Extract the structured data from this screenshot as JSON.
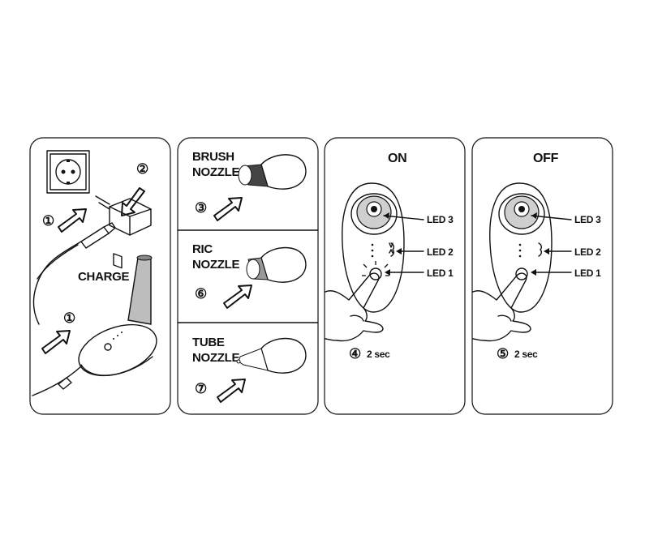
{
  "panel1": {
    "charge_label": "CHARGE",
    "steps": [
      "①",
      "②",
      "①"
    ]
  },
  "panel2": {
    "brush": {
      "line1": "BRUSH",
      "line2": "NOZZLE",
      "step": "③"
    },
    "ric": {
      "line1": "RIC",
      "line2": "NOZZLE",
      "step": "⑥"
    },
    "tube": {
      "line1": "TUBE",
      "line2": "NOZZLE",
      "step": "⑦"
    }
  },
  "panel3": {
    "title": "ON",
    "led3": "LED 3",
    "led2": "LED 2",
    "led1": "LED 1",
    "step": "④",
    "duration": "2 sec"
  },
  "panel4": {
    "title": "OFF",
    "led3": "LED 3",
    "led2": "LED 2",
    "led1": "LED 1",
    "step": "⑤",
    "duration": "2 sec"
  },
  "colors": {
    "line": "#111111",
    "background": "#ffffff",
    "device_gray": "#cfcfcf"
  },
  "icons": [
    "wall-socket-icon",
    "charger-plug-icon",
    "usb-cable-icon",
    "device-icon",
    "nozzle-brush-icon",
    "nozzle-ric-icon",
    "nozzle-tube-icon",
    "hand-press-icon",
    "arrow-icon"
  ]
}
